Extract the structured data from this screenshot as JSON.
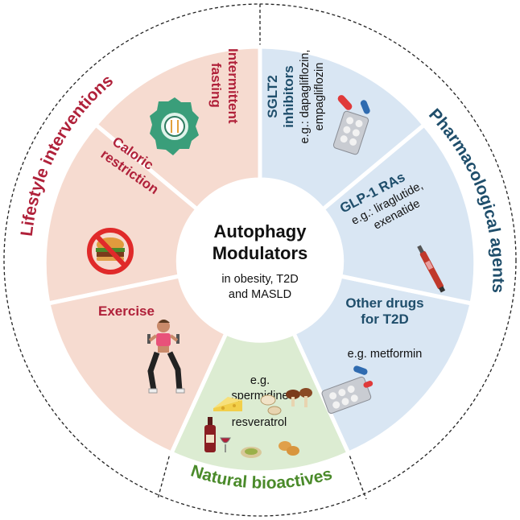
{
  "center": {
    "title_line1": "Autophagy",
    "title_line2": "Modulators",
    "sub_line1": "in obesity, T2D",
    "sub_line2": "and MASLD"
  },
  "groups": {
    "lifestyle": {
      "label": "Lifestyle interventions",
      "color": "#b0213a"
    },
    "pharma": {
      "label": "Pharmacological agents",
      "color": "#1f4e6b"
    },
    "natural": {
      "label": "Natural bioactives",
      "color": "#4a8a2a"
    }
  },
  "segments": {
    "intermittent_fasting": {
      "line1": "Intermittent",
      "line2": "fasting",
      "fill": "#f6dbd0"
    },
    "caloric_restriction": {
      "line1": "Caloric",
      "line2": "restriction",
      "fill": "#f6dbd0"
    },
    "exercise": {
      "line1": "Exercise",
      "fill": "#f6dbd0"
    },
    "sglt2": {
      "line1": "SGLT2",
      "line2": "inhibitors",
      "line3": "e.g.: dapagliflozin,",
      "line4": "empagliflozin",
      "fill": "#d9e6f3"
    },
    "glp1": {
      "line1": "GLP-1 RAs",
      "line2": "e.g.: liraglutide,",
      "line3": "exenatide",
      "fill": "#d9e6f3"
    },
    "other_drugs": {
      "line1": "Other drugs",
      "line2": "for T2D",
      "line3": "e.g. metformin",
      "fill": "#d9e6f3"
    },
    "natural_bioactives": {
      "line1": "e.g.",
      "line2": "spermidine",
      "line3": "resveratrol",
      "fill": "#dcecd2"
    }
  },
  "icons": [
    "fasting-clock-icon",
    "no-burger-icon",
    "exercise-person-icon",
    "pill-blister-icon",
    "insulin-pen-icon",
    "pill-blister-metformin-icon",
    "cheese-icon",
    "mushroom-icon",
    "wine-bottle-icon",
    "peanut-icon"
  ]
}
